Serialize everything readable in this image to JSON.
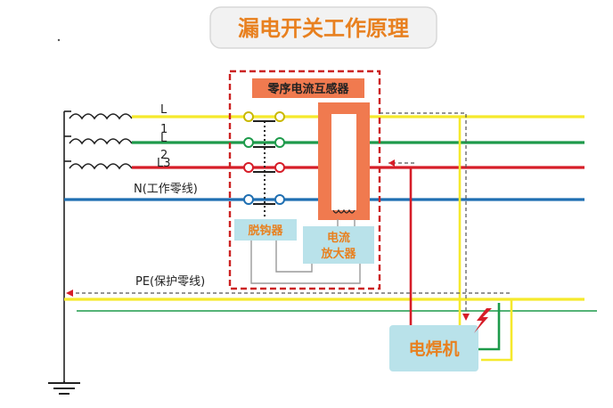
{
  "title": "漏电开关工作原理",
  "labels": {
    "ct": "零序电流互感器",
    "trip": "脱钩器",
    "amp_line1": "电流",
    "amp_line2": "放大器",
    "welder": "电焊机",
    "n_line": "N(工作零线)",
    "pe_line": "PE(保护零线)",
    "phase_l": "L",
    "phase_1": "1",
    "phase_l2": "L",
    "phase_2": "2",
    "phase_l3": "L3"
  },
  "colors": {
    "phase1": "#f5e92c",
    "phase2": "#1d9a4a",
    "phase3": "#d61d28",
    "neutral": "#1f6fb2",
    "pe": "#f5e92c",
    "ground": "#1d9a4a",
    "dashed_box": "#cc2222",
    "ct_core": "#f07a4f",
    "ct_label_bg": "#f07a4f",
    "component_bg": "#b9e2ea",
    "accent_text": "#e8801f",
    "title_text": "#e8801f"
  },
  "icons": [
    "coil-icon",
    "ground-icon",
    "lightning-bolt-icon"
  ]
}
